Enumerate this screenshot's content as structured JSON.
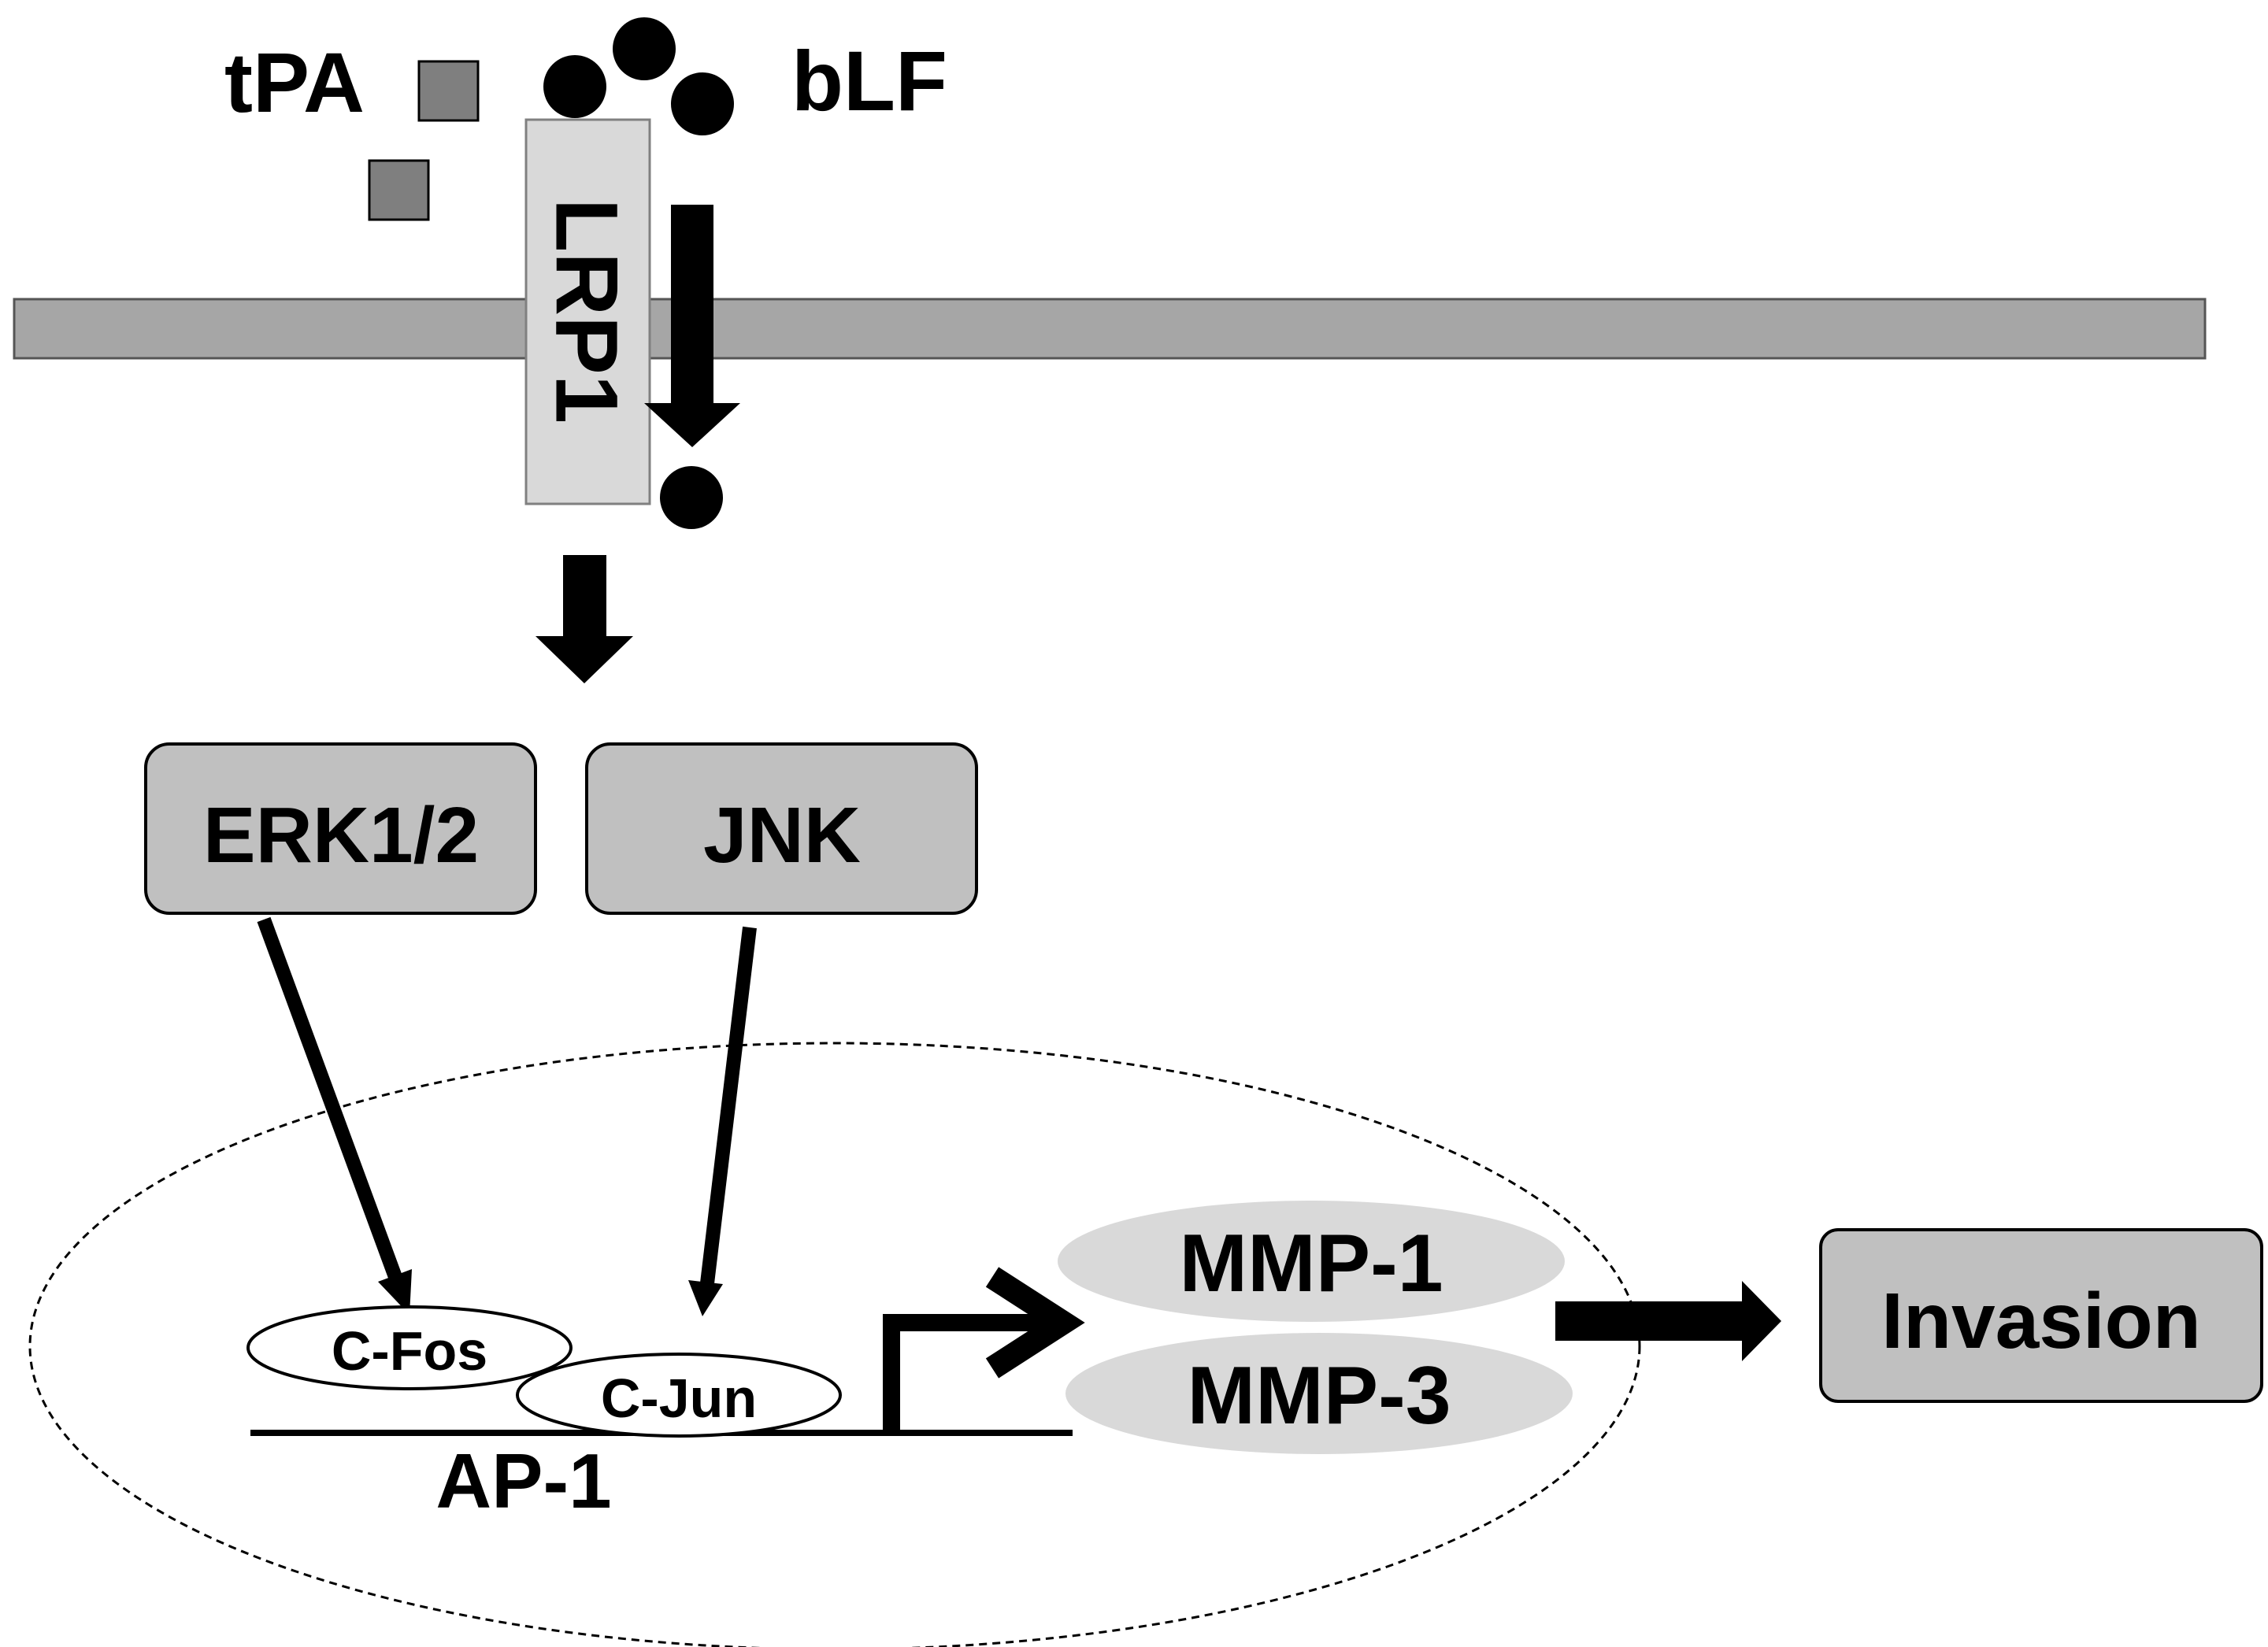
{
  "ligands": {
    "tpa_label": "tPA",
    "blf_label": "bLF"
  },
  "receptor": {
    "label": "LRP1"
  },
  "kinases": {
    "erk_label": "ERK1/2",
    "jnk_label": "JNK"
  },
  "transcription": {
    "cfos_label": "C-Fos",
    "cjun_label": "C-Jun",
    "ap1_label": "AP-1"
  },
  "genes": {
    "mmp1_label": "MMP-1",
    "mmp3_label": "MMP-3"
  },
  "outcome": {
    "invasion_label": "Invasion"
  },
  "colors": {
    "membrane": "#a6a6a6",
    "receptor_fill": "#d9d9d9",
    "kinase_fill": "#c0c0c0",
    "tpa_square": "#7f7f7f",
    "mmp_fill": "#d9d9d9",
    "ink": "#000000"
  }
}
